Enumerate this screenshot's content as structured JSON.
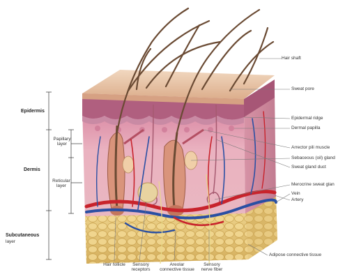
{
  "labels": {
    "hair_shaft": "Hair shaft",
    "sweat_pore": "Sweat pore",
    "epidermal_ridge": "Epidermal ridge",
    "dermal_papilla": "Dermal papilla",
    "arrector_pili": "Arrector pili muscle",
    "sebaceous_gland": "Sebaceous (oil) gland",
    "sweat_gland_duct": "Sweat gland duct",
    "merocrine_sweat_gland": "Merocrine sweat glan",
    "vein": "Vein",
    "artery": "Artery",
    "adipose": "Adipose connective tissue",
    "epidermis": "Epidermis",
    "dermis": "Dermis",
    "subcutaneous": "Subcutaneous",
    "subcutaneous_sub": "layer",
    "papillary_1": "Papillary",
    "papillary_2": "layer",
    "reticular_1": "Reticular",
    "reticular_2": "layer",
    "hair_follicle": "Hair follicle",
    "sensory_receptors_1": "Sensory",
    "sensory_receptors_2": "receptors",
    "areolar_1": "Areolar",
    "areolar_2": "connective tissue",
    "sensory_nerve_1": "Sensory",
    "sensory_nerve_2": "nerve fiber"
  },
  "colors": {
    "epidermis_top": "#e8c2a0",
    "epidermis_band": "#b86a86",
    "dermis": "#e8a9b8",
    "subcutaneous": "#e3c477",
    "artery": "#c8232c",
    "vein": "#2a4fa3",
    "hair": "#6a4a33"
  }
}
